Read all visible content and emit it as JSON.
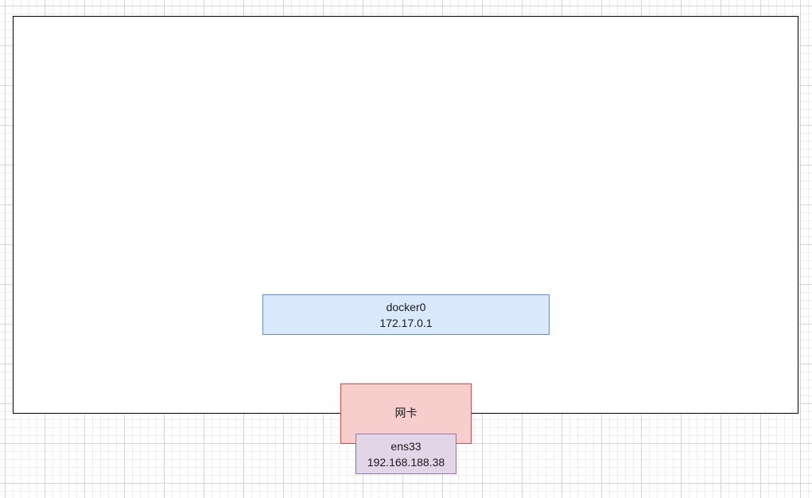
{
  "diagram": {
    "host": {
      "label": ""
    },
    "docker0": {
      "name": "docker0",
      "ip": "172.17.0.1",
      "fill_color": "#dae8fc",
      "stroke_color": "#6c8ebf"
    },
    "nic": {
      "label": "网卡",
      "fill_color": "#f8cecc",
      "stroke_color": "#b85450"
    },
    "ens33": {
      "name": "ens33",
      "ip": "192.168.188.38",
      "fill_color": "#e1d5e7",
      "stroke_color": "#9673a6"
    }
  }
}
